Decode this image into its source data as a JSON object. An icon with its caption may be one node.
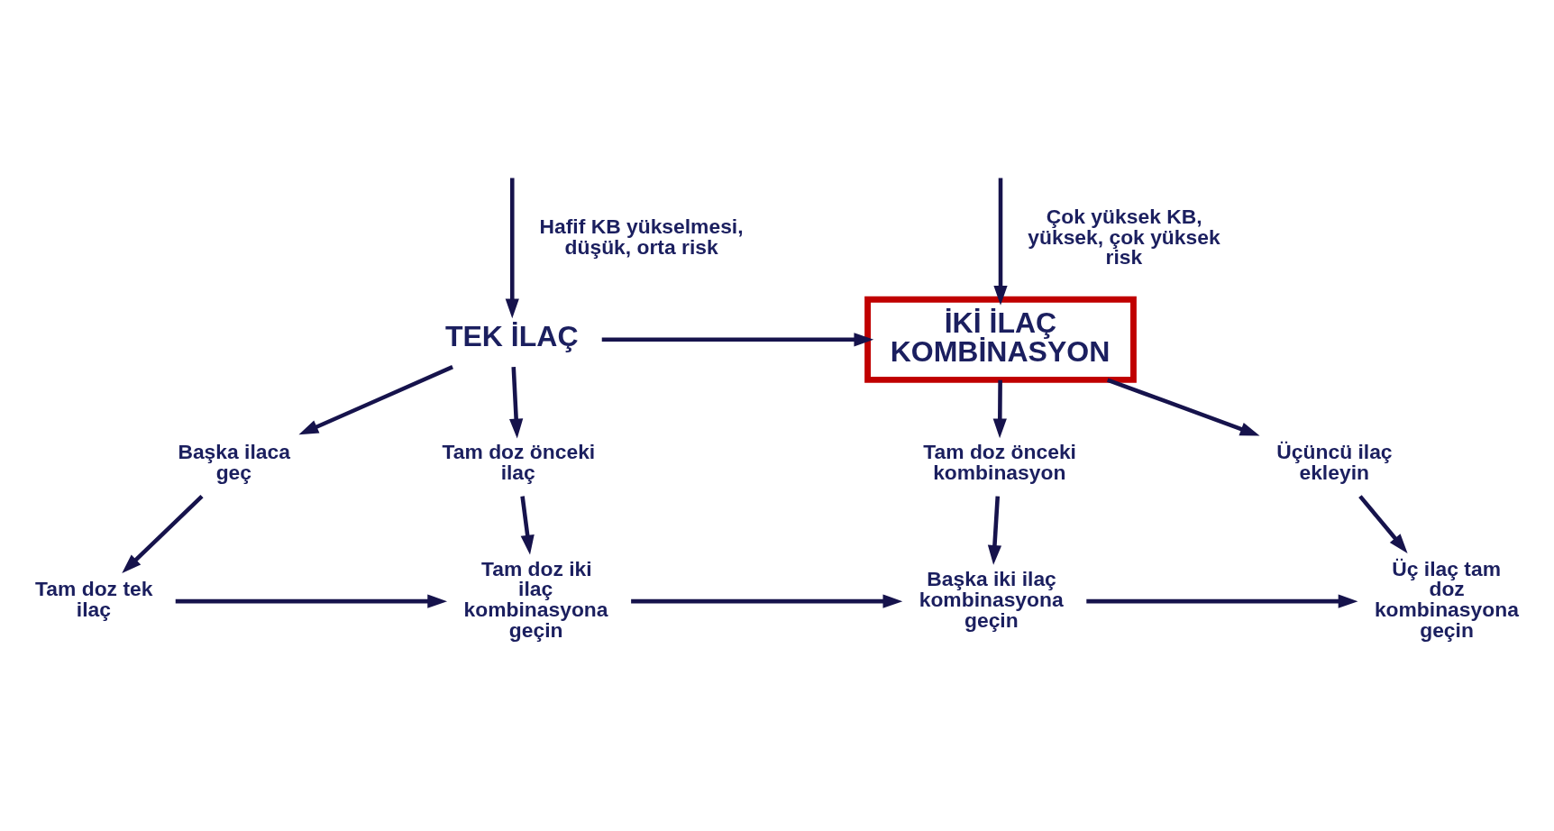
{
  "diagram": {
    "nodes": [
      {
        "text": [
          "TEK İLAÇ"
        ]
      },
      {
        "text": [
          "İKİ İLAÇ KOMBİNASYON"
        ]
      },
      {
        "text": [
          "Başka ilaca geç"
        ]
      },
      {
        "text": [
          "Tam doz önceki ilaç"
        ]
      },
      {
        "text": [
          "Tam doz önceki kombinasyon"
        ]
      },
      {
        "text": [
          "Üçüncü ilaç ekleyin"
        ]
      },
      {
        "text": [
          "Tam doz tek ilaç"
        ]
      },
      {
        "text": [
          "Tam doz iki ilaç kombinasyona geçin"
        ]
      },
      {
        "text": [
          "Başka iki ilaç kombinasyona geçin"
        ]
      },
      {
        "text": [
          "Üç ilaç tam doz kombinasyona geçin"
        ]
      }
    ],
    "edges": [
      {
        "from": null,
        "to": 0,
        "arrow": "to",
        "label": "Hafif KB yükselmesi, düşük, orta risk"
      },
      {
        "from": null,
        "to": 1,
        "arrow": "to",
        "label": "Çok yüksek KB, yüksek, çok yüksek risk"
      },
      {
        "from": 0,
        "to": 1,
        "arrow": "to"
      },
      {
        "from": 0,
        "to": 2,
        "arrow": "to"
      },
      {
        "from": 0,
        "to": 3,
        "arrow": "to"
      },
      {
        "from": 1,
        "to": 4,
        "arrow": "to"
      },
      {
        "from": 1,
        "to": 5,
        "arrow": "to"
      },
      {
        "from": 2,
        "to": 6,
        "arrow": "to"
      },
      {
        "from": 3,
        "to": 7,
        "arrow": "to"
      },
      {
        "from": 4,
        "to": 8,
        "arrow": "to"
      },
      {
        "from": 5,
        "to": 9,
        "arrow": "to"
      },
      {
        "from": 6,
        "to": 7,
        "arrow": "to"
      },
      {
        "from": 7,
        "to": 8,
        "arrow": "to"
      },
      {
        "from": 8,
        "to": 9,
        "arrow": "to"
      }
    ]
  }
}
